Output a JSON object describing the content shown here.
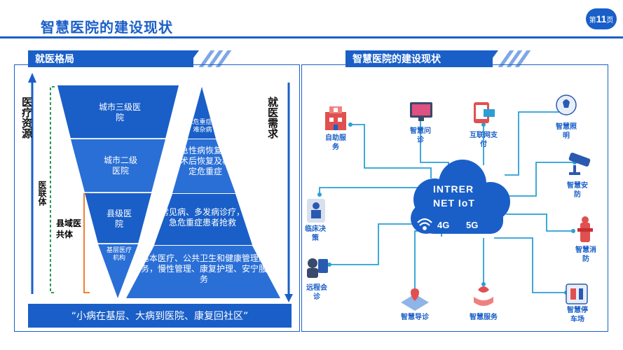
{
  "header": {
    "title": "智慧医院的建设现状",
    "page_prefix": "第",
    "page_number": "11",
    "page_suffix": "页"
  },
  "left_section": {
    "title": "就医格局",
    "left_axis_label": "医疗资源",
    "right_axis_label": "就医需求",
    "medical_alliance_label": "医联体",
    "county_alliance_label": "县域医共体",
    "resource_levels": [
      "城市三级医院",
      "城市二级医院",
      "县级医院",
      "基层医疗机构"
    ],
    "demand_levels": [
      "急危重症疑难杂病",
      "急性病恢复、术后恢复及稳定危重症",
      "常见病、多发病诊疗，急危重症患者抢救",
      "基本医疗、公共卫生和健康管理服务，慢性管理、康复护理、安宁服务"
    ],
    "slogan": "“小病在基层、大病到医院、康复回社区”"
  },
  "right_section": {
    "title": "智慧医院的建设现状",
    "cloud_line1": "INTRER",
    "cloud_line2": "NET IoT",
    "cloud_4g": "4G",
    "cloud_5g": "5G",
    "nodes": {
      "self_service": "自助服务",
      "smart_consult": "智慧问诊",
      "internet_pay": "互联网支付",
      "smart_lighting": "智慧照明",
      "smart_security": "智慧安防",
      "clinical_decision": "临床决策",
      "smart_fire": "智慧消防",
      "remote_consult": "远程会诊",
      "smart_guide": "智慧导诊",
      "smart_service": "智慧服务",
      "smart_parking": "智慧停车场"
    }
  },
  "colors": {
    "primary": "#1a5fc8",
    "accent_light": "#7ea7e6",
    "line": "#2a9fd6",
    "orange": "#f08030",
    "green": "#2a9a5a"
  }
}
